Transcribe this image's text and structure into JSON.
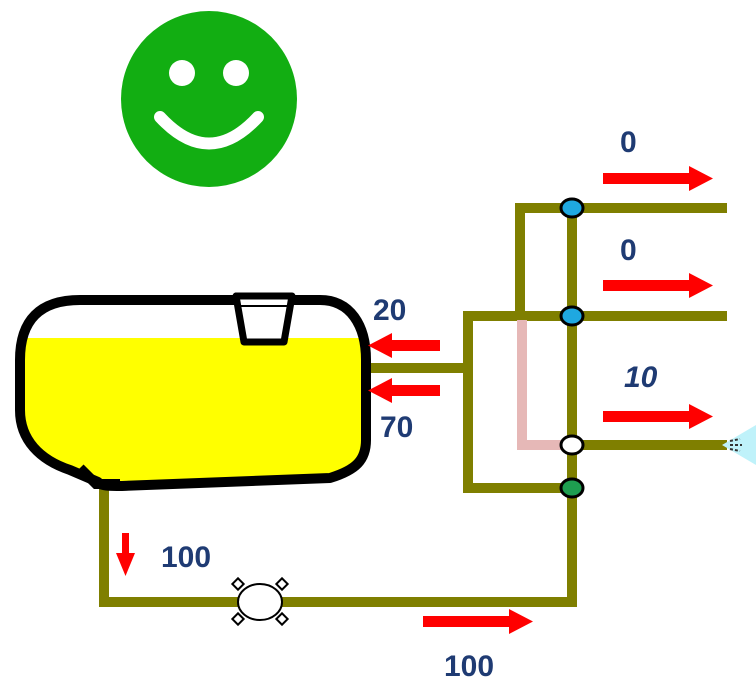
{
  "status": {
    "icon": "smiley-face-icon",
    "color": "#12AE12"
  },
  "colors": {
    "pipe": "#7F7F00",
    "return_pipe": "#E6B8B7",
    "liquid": "#FFFF00",
    "arrow": "#FF0000",
    "label": "#1F3B73",
    "valve_active": "#1FA8E0",
    "valve_open": "#FFFFFF",
    "valve_pump": "#1E9E50",
    "spray": "#BFF2FA"
  },
  "flows": {
    "section_1": "0",
    "section_2": "0",
    "section_3": "10",
    "tank_return_top": "20",
    "tank_return_bottom": "70",
    "tank_outlet": "100",
    "pump_flow": "100"
  }
}
